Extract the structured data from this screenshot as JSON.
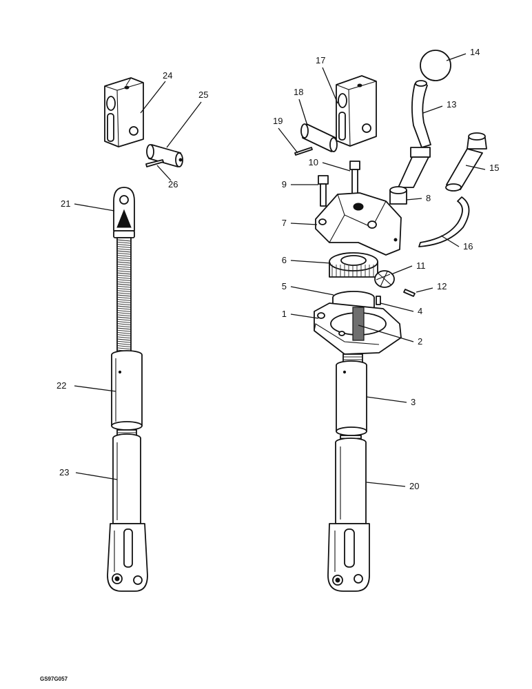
{
  "drawing": {
    "reference": "GS97G057",
    "callouts": [
      "1",
      "2",
      "3",
      "4",
      "5",
      "6",
      "7",
      "8",
      "9",
      "10",
      "11",
      "12",
      "13",
      "14",
      "15",
      "16",
      "17",
      "18",
      "19",
      "20",
      "21",
      "22",
      "23",
      "24",
      "25",
      "26"
    ]
  }
}
